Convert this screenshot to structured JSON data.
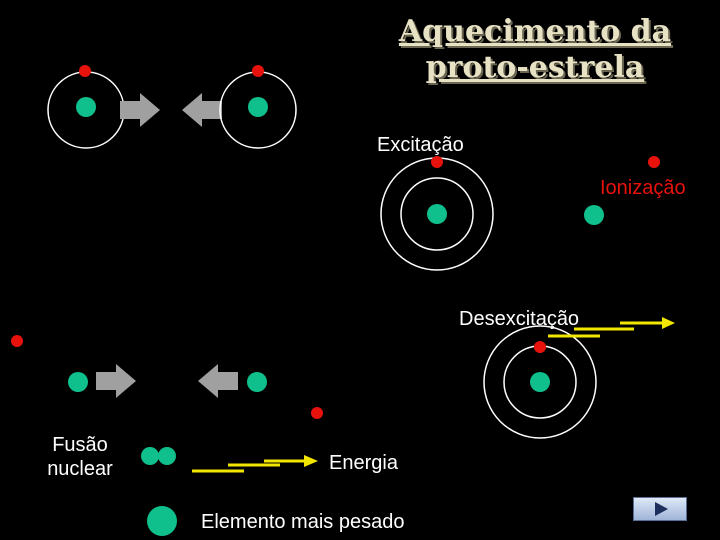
{
  "slide": {
    "title_line1": "Aquecimento da",
    "title_line2": "proto-estrela"
  },
  "labels": {
    "excitacao": "Excitação",
    "ionizacao": "Ionização",
    "desexcitacao": "Desexcitação",
    "fusao_line1": "Fusão",
    "fusao_line2": "nuclear",
    "energia": "Energia",
    "elemento": "Elemento mais pesado"
  },
  "colors": {
    "background": "#000000",
    "nucleus": "#10c08c",
    "electron": "#e8120c",
    "orbit": "#ffffff",
    "collision_arrow": "#a0a0a0",
    "energy_photon": "#f2e600",
    "ionizacao_text": "#e8120c"
  },
  "controls": {
    "next_icon": "play-icon"
  }
}
